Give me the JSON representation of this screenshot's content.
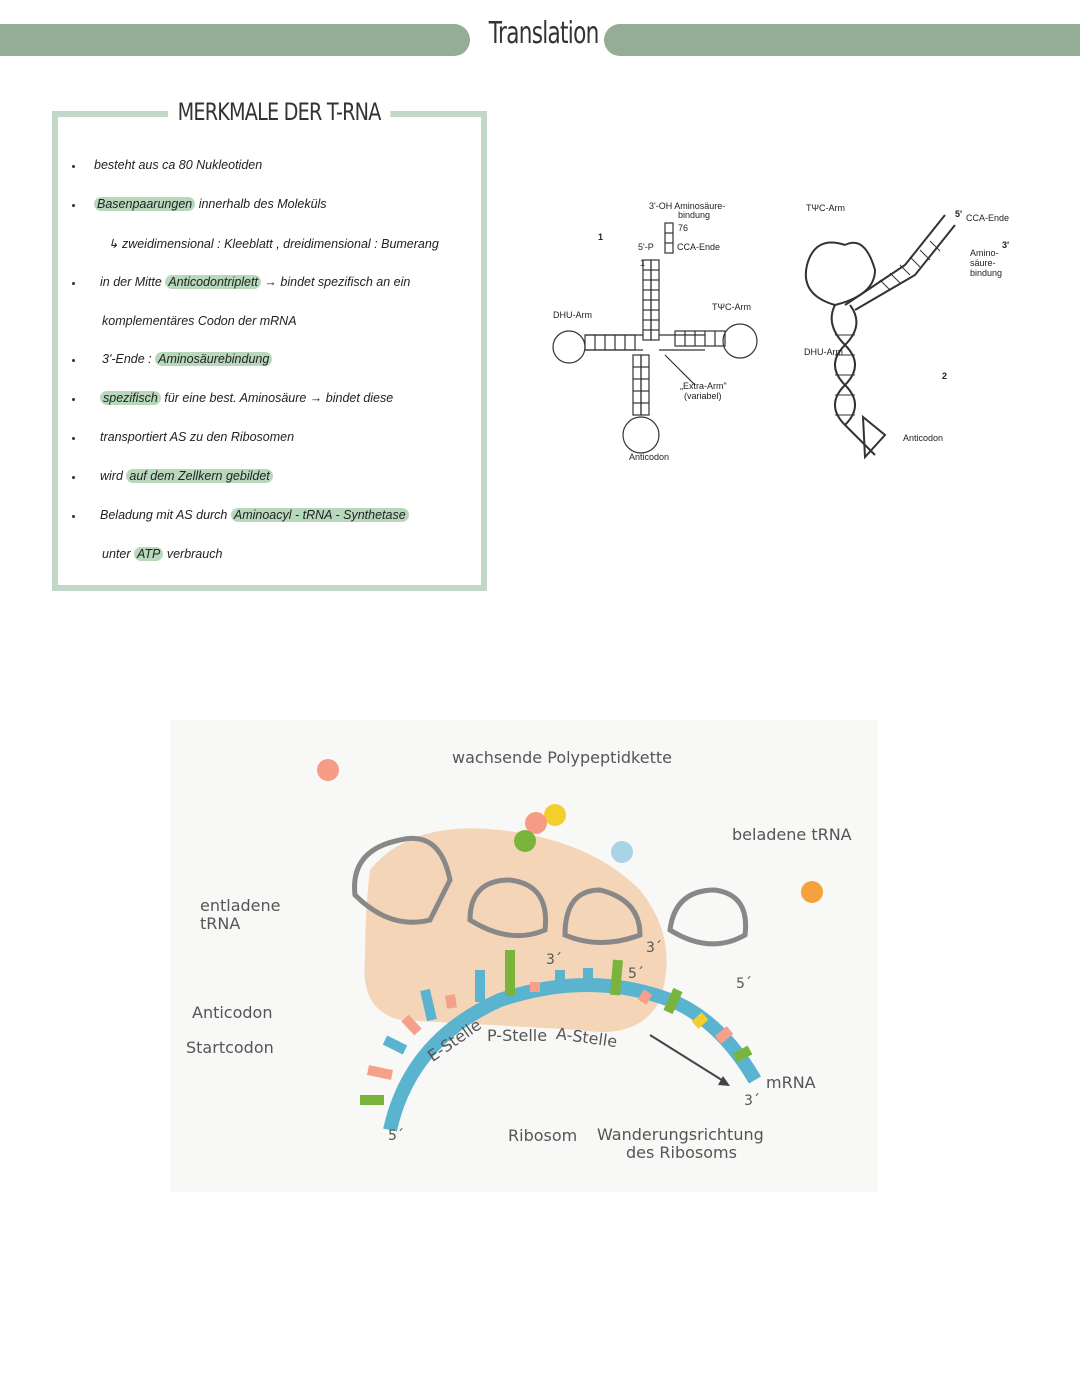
{
  "header": {
    "title": "Translation"
  },
  "box": {
    "heading": "MERKMALE DER T-RNA",
    "lines": [
      {
        "text": "besteht aus ca 80 Nukleotiden",
        "bullet": true
      },
      {
        "pre": "",
        "hl": "Basenpaarungen",
        "post": " innerhalb des Moleküls",
        "bullet": true
      },
      {
        "text": "↳ zweidimensional : Kleeblatt ,  dreidimensional : Bumerang",
        "bullet": false
      },
      {
        "pre": "in der Mitte ",
        "hl": "Anticodontriplett",
        "post": " → bindet spezifisch an ein",
        "bullet": true
      },
      {
        "text": "komplementäres  Codon der  mRNA",
        "bullet": false
      },
      {
        "pre": "3'-Ende  :  ",
        "hl": "Aminosäurebindung",
        "post": "",
        "bullet": true
      },
      {
        "pre": "",
        "hl": "spezifisch",
        "post": " für eine  best.  Aminosäure  → bindet diese",
        "bullet": true
      },
      {
        "text": "transportiert  AS  zu den Ribosomen",
        "bullet": true
      },
      {
        "pre": "wird ",
        "hl": "auf dem Zellkern gebildet",
        "post": "",
        "bullet": true
      },
      {
        "pre": "Beladung mit AS durch ",
        "hl": "Aminoacyl - tRNA - Synthetase",
        "post": "",
        "bullet": true
      },
      {
        "pre": "unter ",
        "hl": "ATP",
        "post": " verbrauch",
        "bullet": false
      }
    ]
  },
  "cloverleaf": {
    "label_num": "1",
    "aa_binding": "3'-OH Aminosäure-",
    "aa_binding2": "bindung",
    "pos76": "76",
    "five_p": "5'-P",
    "one": "1",
    "cca": "CCA-Ende",
    "dhu": "DHU-Arm",
    "tpsic": "TΨC-Arm",
    "extra": "„Extra-Arm\"",
    "extra2": "(variabel)",
    "anticodon": "Anticodon"
  },
  "lform": {
    "tpsic": "TΨC-Arm",
    "five": "5'",
    "cca": "CCA-Ende",
    "three": "3'",
    "amino1": "Amino-",
    "amino2": "säure-",
    "amino3": "bindung",
    "dhu": "DHU-Arm",
    "num": "2",
    "anticodon": "Anticodon"
  },
  "translation": {
    "polypeptide": "wachsende Polypeptidkette",
    "loaded": "beladene tRNA",
    "unloaded1": "entladene",
    "unloaded2": "tRNA",
    "anticodon": "Anticodon",
    "startcodon": "Startcodon",
    "e_site": "E-Stelle",
    "p_site": "P-Stelle",
    "a_site": "A-Stelle",
    "mrna": "mRNA",
    "ribosome": "Ribosom",
    "direction1": "Wanderungsrichtung",
    "direction2": "des Ribosoms",
    "five_a": "5´",
    "five_b": "5´",
    "five_c": "5´",
    "three_a": "3´",
    "three_b": "3´",
    "three_c": "3´"
  },
  "colors": {
    "header_bar": "#94ad96",
    "box_border": "#c2d7c5",
    "highlight": "#b8d8bc",
    "ribosome": "#f5d5b8",
    "mrna": "#5ab4cf",
    "codon_green": "#7bb43d",
    "codon_yellow": "#f2cf2d",
    "codon_pink": "#f4a08a",
    "aa_orange": "#f4a23b",
    "aa_salmon": "#f59b86"
  }
}
